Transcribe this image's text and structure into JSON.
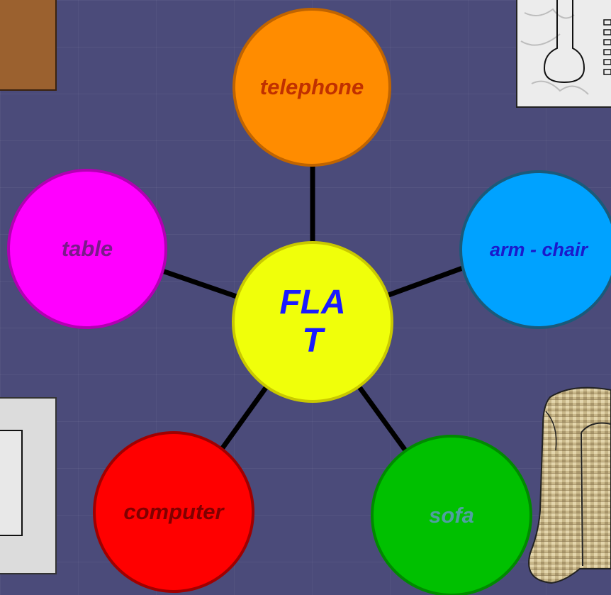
{
  "diagram": {
    "center": {
      "label_line1": "FLA",
      "label_line2": "T",
      "fill": "#f0ff0a",
      "border": "#c9c900",
      "text_color": "#1a1aff"
    },
    "nodes": [
      {
        "id": "telephone",
        "label": "telephone",
        "fill": "#ff8c00",
        "border": "#c06400",
        "text_color": "#c03000"
      },
      {
        "id": "table",
        "label": "table",
        "fill": "#ff00ff",
        "border": "#b200b2",
        "text_color": "#7a1a8a"
      },
      {
        "id": "arm-chair",
        "label": "arm - chair",
        "fill": "#00a2ff",
        "border": "#1a5a7a",
        "text_color": "#1a1acc"
      },
      {
        "id": "computer",
        "label": "computer",
        "fill": "#ff0000",
        "border": "#a00000",
        "text_color": "#800000"
      },
      {
        "id": "sofa",
        "label": "sofa",
        "fill": "#00c000",
        "border": "#008a00",
        "text_color": "#50a0a0"
      }
    ],
    "connector_color": "#000000"
  },
  "decorations": {
    "top_left_image": "brown-box-image",
    "top_right_image": "thermometer-image",
    "bottom_left_image": "white-frame-image",
    "bottom_right_image": "textured-sofa-image"
  }
}
